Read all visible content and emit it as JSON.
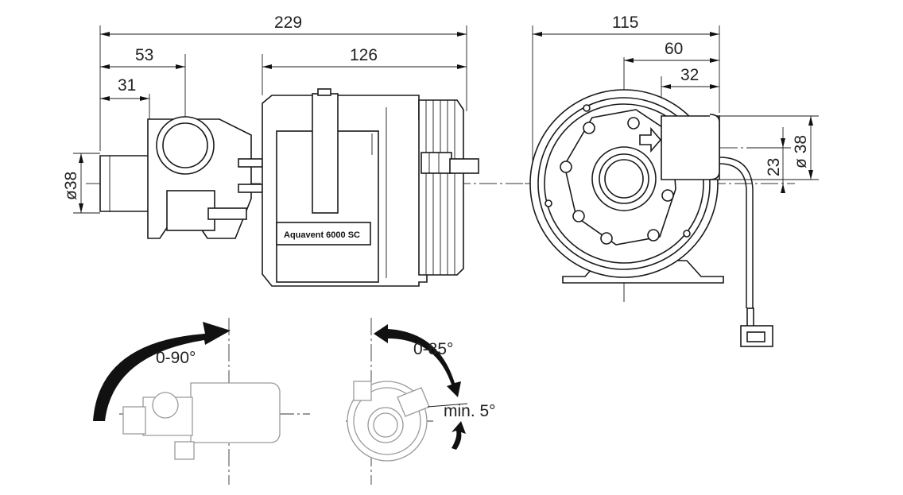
{
  "dimensions": {
    "overall_length": "229",
    "port_axis_1": "53",
    "port_axis_2": "31",
    "motor_length": "126",
    "outlet_diameter": "ø38",
    "side_width": "115",
    "side_offset_1": "60",
    "side_offset_2": "32",
    "side_outlet_diameter": "ø 38",
    "side_outlet_offset": "23"
  },
  "product_label": "Aquavent 6000 SC",
  "rotation": {
    "pump_rotation": "0-90°",
    "outlet_rotation": "0-85°",
    "minimum_angle": "min. 5°"
  },
  "colors": {
    "line": "#1a1a1a",
    "ghost_line": "#9a9a9a",
    "arrow_fill": "#111111"
  }
}
